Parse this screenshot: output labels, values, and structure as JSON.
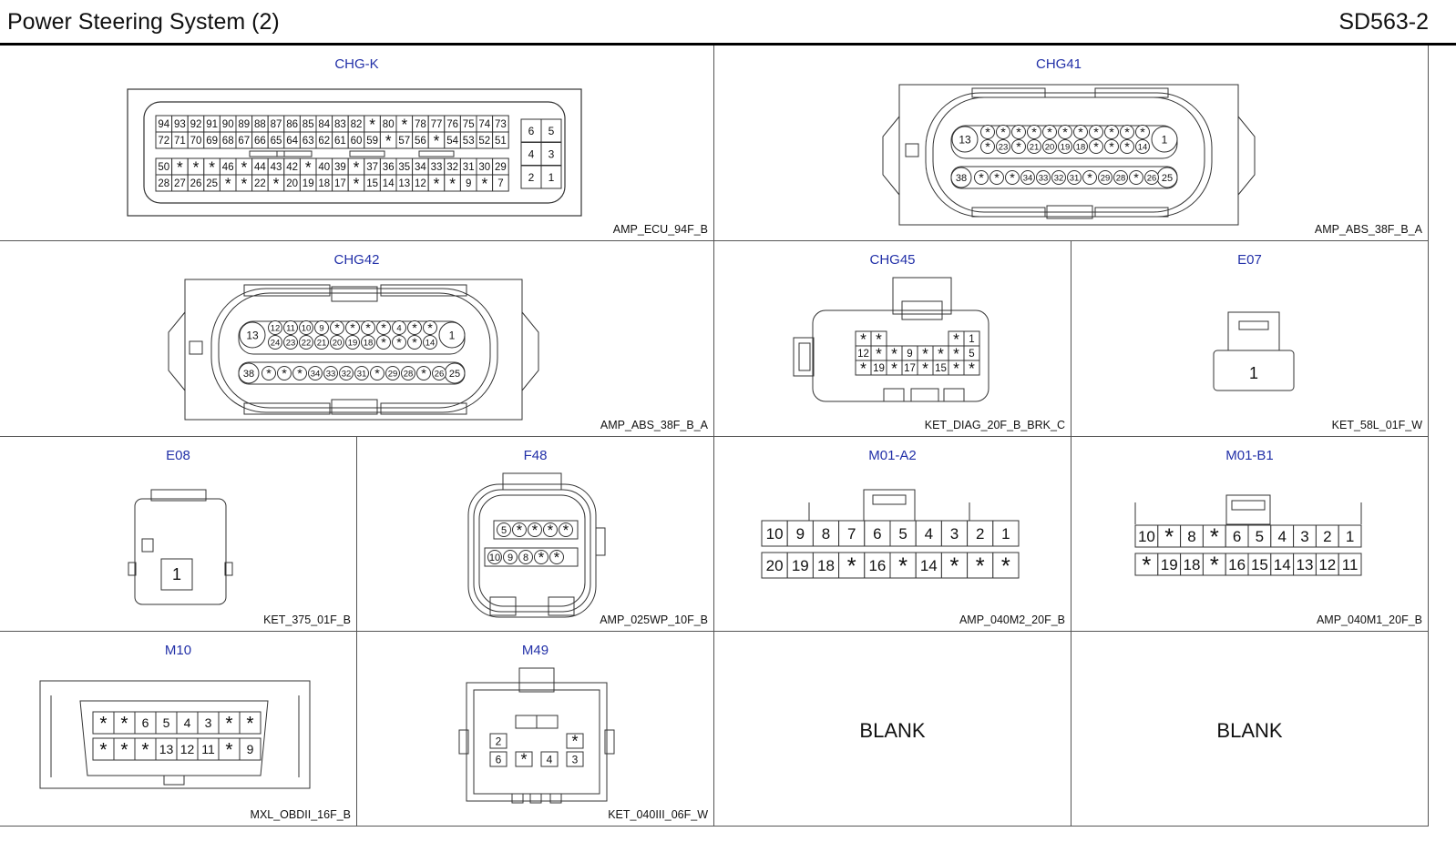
{
  "header": {
    "title": "Power Steering System (2)",
    "code": "SD563-2"
  },
  "blank_label": "BLANK",
  "connectors": [
    {
      "name": "CHG-K",
      "code": "AMP_ECU_94F_B",
      "block_a": [
        [
          "94",
          "93",
          "92",
          "91",
          "90",
          "89",
          "88",
          "87",
          "86",
          "85",
          "84",
          "83",
          "82",
          "*",
          "80",
          "*",
          "78",
          "77",
          "76",
          "75",
          "74",
          "73"
        ],
        [
          "72",
          "71",
          "70",
          "69",
          "68",
          "67",
          "66",
          "65",
          "64",
          "63",
          "62",
          "61",
          "60",
          "59",
          "*",
          "57",
          "56",
          "*",
          "54",
          "53",
          "52",
          "51"
        ]
      ],
      "block_b": [
        [
          "50",
          "*",
          "*",
          "*",
          "46",
          "*",
          "44",
          "43",
          "42",
          "*",
          "40",
          "39",
          "*",
          "37",
          "36",
          "35",
          "34",
          "33",
          "32",
          "31",
          "30",
          "29"
        ],
        [
          "28",
          "27",
          "26",
          "25",
          "*",
          "*",
          "22",
          "*",
          "20",
          "19",
          "18",
          "17",
          "*",
          "15",
          "14",
          "13",
          "12",
          "*",
          "*",
          "9",
          "*",
          "7"
        ]
      ],
      "side": [
        [
          "6",
          "5"
        ],
        [
          "4",
          "3"
        ],
        [
          "2",
          "1"
        ]
      ]
    },
    {
      "name": "CHG41",
      "code": "AMP_ABS_38F_B_A",
      "big": [
        "13",
        "1",
        "38",
        "25"
      ],
      "row1": [
        "*",
        "*",
        "*",
        "*",
        "*",
        "*",
        "*",
        "*",
        "*",
        "*",
        "*"
      ],
      "row2": [
        "*",
        "23",
        "*",
        "21",
        "20",
        "19",
        "18",
        "*",
        "*",
        "*",
        "14"
      ],
      "row3": [
        "*",
        "*",
        "*",
        "34",
        "33",
        "32",
        "31",
        "*",
        "29",
        "28",
        "*",
        "26"
      ]
    },
    {
      "name": "CHG42",
      "code": "AMP_ABS_38F_B_A",
      "big": [
        "13",
        "1",
        "38",
        "25"
      ],
      "row1": [
        "12",
        "11",
        "10",
        "9",
        "*",
        "*",
        "*",
        "*",
        "4",
        "*",
        "*"
      ],
      "row2": [
        "24",
        "23",
        "22",
        "21",
        "20",
        "19",
        "18",
        "*",
        "*",
        "*",
        "14"
      ],
      "row3": [
        "*",
        "*",
        "*",
        "34",
        "33",
        "32",
        "31",
        "*",
        "29",
        "28",
        "*",
        "26"
      ]
    },
    {
      "name": "CHG45",
      "code": "KET_DIAG_20F_B_BRK_C",
      "row1": [
        "*",
        "*",
        "",
        "",
        "",
        "",
        "*",
        "1"
      ],
      "row2": [
        "12",
        "*",
        "*",
        "9",
        "*",
        "*",
        "*",
        "5"
      ],
      "row3": [
        "*",
        "19",
        "*",
        "17",
        "*",
        "15",
        "*",
        "*"
      ]
    },
    {
      "name": "E07",
      "code": "KET_58L_01F_W",
      "pins": [
        "1"
      ]
    },
    {
      "name": "E08",
      "code": "KET_375_01F_B",
      "pins": [
        "1"
      ]
    },
    {
      "name": "F48",
      "code": "AMP_025WP_10F_B",
      "row1": [
        "5",
        "*",
        "*",
        "*",
        "*"
      ],
      "row2": [
        "10",
        "9",
        "8",
        "*",
        "*"
      ]
    },
    {
      "name": "M01-A2",
      "code": "AMP_040M2_20F_B",
      "row1": [
        "10",
        "9",
        "8",
        "7",
        "6",
        "5",
        "4",
        "3",
        "2",
        "1"
      ],
      "row2": [
        "20",
        "19",
        "18",
        "*",
        "16",
        "*",
        "14",
        "*",
        "*",
        "*"
      ]
    },
    {
      "name": "M01-B1",
      "code": "AMP_040M1_20F_B",
      "row1": [
        "10",
        "*",
        "8",
        "*",
        "6",
        "5",
        "4",
        "3",
        "2",
        "1"
      ],
      "row2": [
        "*",
        "19",
        "18",
        "*",
        "16",
        "15",
        "14",
        "13",
        "12",
        "11"
      ]
    },
    {
      "name": "M10",
      "code": "MXL_OBDII_16F_B",
      "row1": [
        "*",
        "*",
        "6",
        "5",
        "4",
        "3",
        "*",
        "*"
      ],
      "row2": [
        "*",
        "*",
        "*",
        "13",
        "12",
        "11",
        "*",
        "9"
      ]
    },
    {
      "name": "M49",
      "code": "KET_040III_06F_W",
      "pins": [
        "2",
        "*",
        "6",
        "*",
        "4",
        "3"
      ]
    }
  ]
}
